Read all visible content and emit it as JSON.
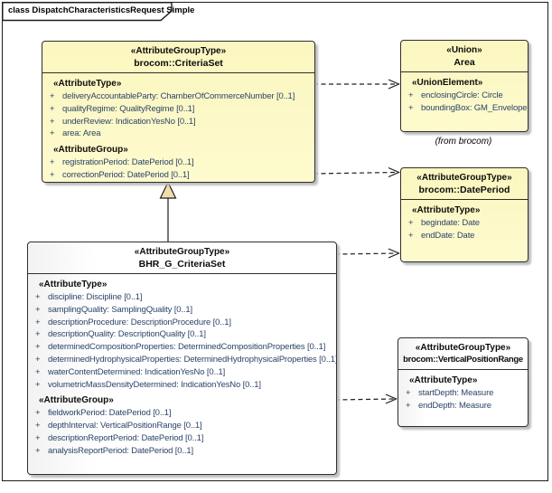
{
  "frame": {
    "title": "class DispatchCharacteristicsRequest Simple"
  },
  "colors": {
    "box_yellow": "#FCF7C3",
    "box_white": "#FFFFFF",
    "border": "#2F2F2D",
    "attribute_text": "#2C4468",
    "generalization_triangle_fill": "#F2DCAC",
    "shadow": "#BDBDBD"
  },
  "annotations": {
    "from_brocom": "(from brocom)"
  },
  "classes": [
    {
      "id": "brocom-criteriaset",
      "stereotype": "«AttributeGroupType»",
      "name": "brocom::CriteriaSet",
      "sections": [
        {
          "label": "«AttributeType»",
          "items": [
            {
              "vis": "+",
              "text": "deliveryAccountableParty: ChamberOfCommerceNumber [0..1]"
            },
            {
              "vis": "+",
              "text": "qualityRegime: QualityRegime [0..1]"
            },
            {
              "vis": "+",
              "text": "underReview: IndicationYesNo [0..1]"
            },
            {
              "vis": "+",
              "text": "area: Area"
            }
          ]
        },
        {
          "label": "«AttributeGroup»",
          "items": [
            {
              "vis": "+",
              "text": "registrationPeriod: DatePeriod [0..1]"
            },
            {
              "vis": "+",
              "text": "correctionPeriod: DatePeriod [0..1]"
            }
          ]
        }
      ]
    },
    {
      "id": "area",
      "stereotype": "«Union»",
      "name": "Area",
      "sections": [
        {
          "label": "«UnionElement»",
          "items": [
            {
              "vis": "+",
              "text": "enclosingCircle: Circle"
            },
            {
              "vis": "+",
              "text": "boundingBox: GM_Envelope"
            }
          ]
        }
      ]
    },
    {
      "id": "brocom-dateperiod",
      "stereotype": "«AttributeGroupType»",
      "name": "brocom::DatePeriod",
      "sections": [
        {
          "label": "«AttributeType»",
          "items": [
            {
              "vis": "+",
              "text": "begindate: Date"
            },
            {
              "vis": "+",
              "text": "endDate: Date"
            }
          ]
        }
      ]
    },
    {
      "id": "bhr-g-criteriaset",
      "stereotype": "«AttributeGroupType»",
      "name": "BHR_G_CriteriaSet",
      "sections": [
        {
          "label": "«AttributeType»",
          "items": [
            {
              "vis": "+",
              "text": "discipline: Discipline [0..1]"
            },
            {
              "vis": "+",
              "text": "samplingQuality: SamplingQuality [0..1]"
            },
            {
              "vis": "+",
              "text": "descriptionProcedure: DescriptionProcedure [0..1]"
            },
            {
              "vis": "+",
              "text": "descriptionQuality: DescriptionQuality [0..1]"
            },
            {
              "vis": "+",
              "text": "determinedCompositionProperties: DeterminedCompositionProperties [0..1]"
            },
            {
              "vis": "+",
              "text": "determinedHydrophysicalProperties: DeterminedHydrophysicalProperties [0..1]"
            },
            {
              "vis": "+",
              "text": "waterContentDetermined: IndicationYesNo [0..1]"
            },
            {
              "vis": "+",
              "text": "volumetricMassDensityDetermined: IndicationYesNo [0..1]"
            }
          ]
        },
        {
          "label": "«AttributeGroup»",
          "items": [
            {
              "vis": "+",
              "text": "fieldworkPeriod: DatePeriod [0..1]"
            },
            {
              "vis": "+",
              "text": "depthInterval: VerticalPositionRange [0..1]"
            },
            {
              "vis": "+",
              "text": "descriptionReportPeriod: DatePeriod [0..1]"
            },
            {
              "vis": "+",
              "text": "analysisReportPeriod: DatePeriod [0..1]"
            }
          ]
        }
      ]
    },
    {
      "id": "brocom-verticalpositionrange",
      "stereotype": "«AttributeGroupType»",
      "name": "brocom::VerticalPositionRange",
      "sections": [
        {
          "label": "«AttributeType»",
          "items": [
            {
              "vis": "+",
              "text": "startDepth: Measure"
            },
            {
              "vis": "+",
              "text": "endDepth: Measure"
            }
          ]
        }
      ]
    }
  ],
  "connectors": [
    {
      "type": "generalization",
      "from": "BHR_G_CriteriaSet",
      "to": "brocom::CriteriaSet"
    },
    {
      "type": "dependency",
      "from": "brocom::CriteriaSet",
      "to": "Area"
    },
    {
      "type": "dependency",
      "from": "brocom::CriteriaSet",
      "to": "brocom::DatePeriod"
    },
    {
      "type": "dependency",
      "from": "BHR_G_CriteriaSet",
      "to": "brocom::DatePeriod"
    },
    {
      "type": "dependency",
      "from": "BHR_G_CriteriaSet",
      "to": "brocom::VerticalPositionRange"
    }
  ]
}
